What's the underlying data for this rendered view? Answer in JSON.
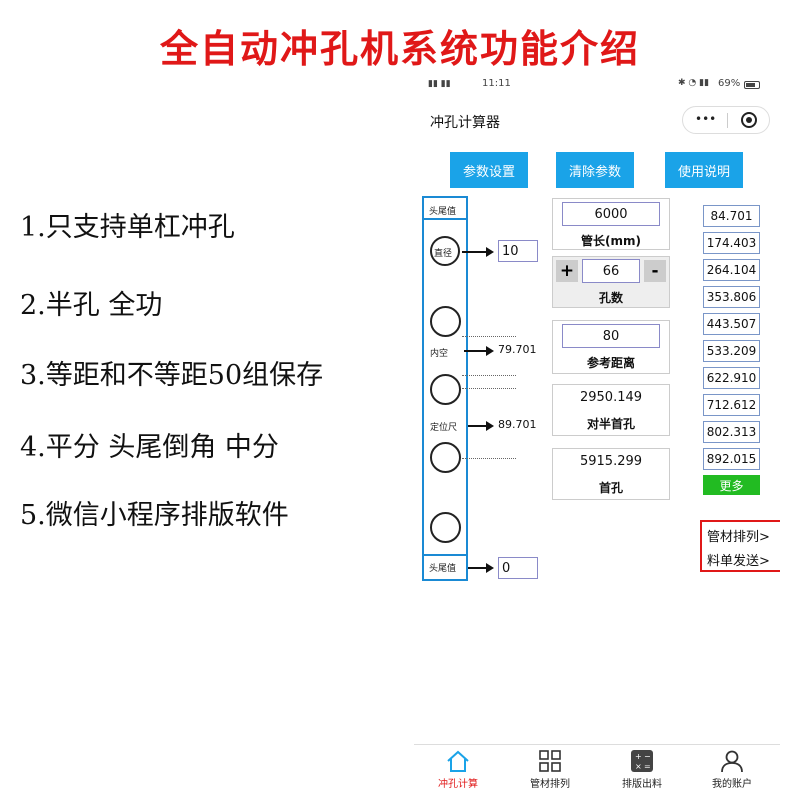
{
  "title": "全自动冲孔机系统功能介绍",
  "features": [
    "1.只支持单杠冲孔",
    "2.半孔 全功",
    "3.等距和不等距50组保存",
    "4.平分  头尾倒角 中分",
    "5.微信小程序排版软件"
  ],
  "status": {
    "time": "11:11",
    "battery": "69%"
  },
  "app": {
    "title": "冲孔计算器",
    "menu_icon": "•••"
  },
  "buttons": {
    "params": "参数设置",
    "clear": "清除参数",
    "help": "使用说明"
  },
  "diagram": {
    "head_label": "头尾值",
    "diameter_label": "直径",
    "diameter_value": "10",
    "inner_label": "内空",
    "inner_value": "79.701",
    "locate_label": "定位尺",
    "locate_value": "89.701",
    "tail_label": "头尾值",
    "tail_value": "0"
  },
  "params": {
    "tube_length_value": "6000",
    "tube_length_label": "管长(mm)",
    "hole_count_value": "66",
    "hole_count_label": "孔数",
    "plus": "+",
    "minus": "-",
    "ref_distance_value": "80",
    "ref_distance_label": "参考距离",
    "half_value": "2950.149",
    "half_label": "对半首孔",
    "first_value": "5915.299",
    "first_label": "首孔"
  },
  "results": [
    "84.701",
    "174.403",
    "264.104",
    "353.806",
    "443.507",
    "533.209",
    "622.910",
    "712.612",
    "802.313",
    "892.015"
  ],
  "more_label": "更多",
  "links": {
    "tube_arrange": "管材排列>",
    "send_list": "料单发送>"
  },
  "nav": [
    {
      "label": "冲孔计算",
      "icon": "home-icon",
      "active": true
    },
    {
      "label": "管材排列",
      "icon": "grid-icon",
      "active": false
    },
    {
      "label": "排版出料",
      "icon": "calculator-icon",
      "active": false
    },
    {
      "label": "我的账户",
      "icon": "user-icon",
      "active": false
    }
  ],
  "colors": {
    "title_red": "#e01818",
    "accent_blue": "#1aa3e8",
    "more_green": "#22bb22",
    "diagram_border": "#1a8ad4"
  }
}
